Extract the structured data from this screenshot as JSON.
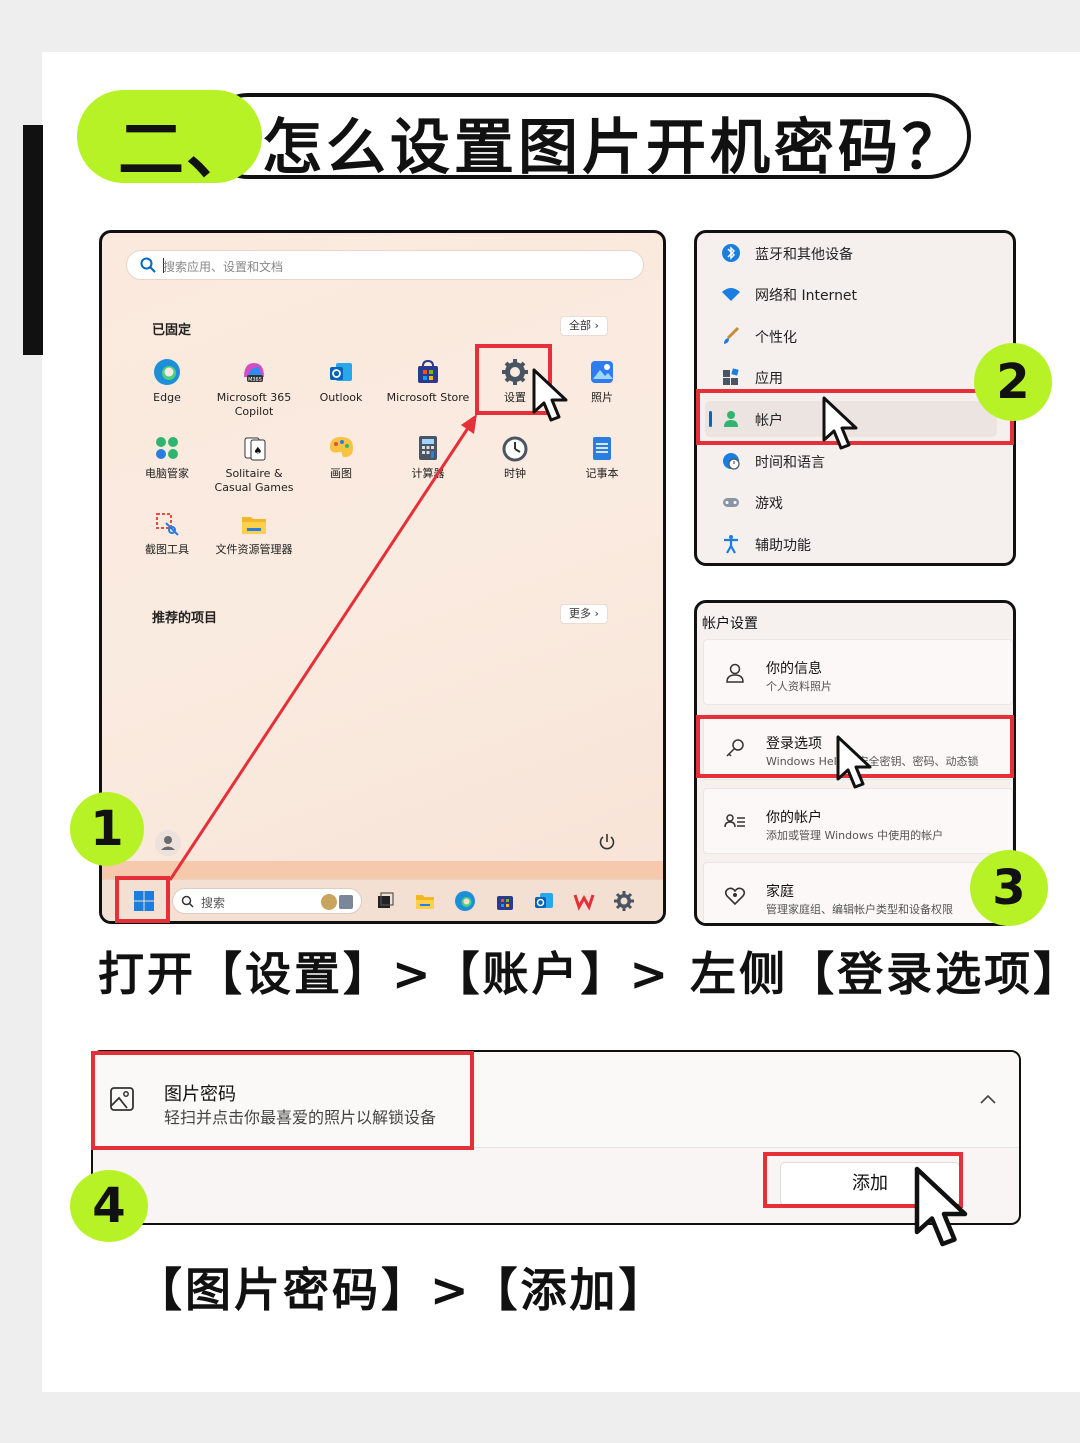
{
  "heading": {
    "number": "二、",
    "title": "怎么设置图片开机密码？"
  },
  "start_menu": {
    "search_placeholder": "搜索应用、设置和文档",
    "pinned_label": "已固定",
    "all_button": "全部",
    "apps": [
      {
        "label": "Edge",
        "icon": "edge-icon"
      },
      {
        "label": "Microsoft 365\nCopilot",
        "icon": "m365-copilot-icon"
      },
      {
        "label": "Outlook",
        "icon": "outlook-icon"
      },
      {
        "label": "Microsoft Store",
        "icon": "store-icon"
      },
      {
        "label": "设置",
        "icon": "settings-gear-icon"
      },
      {
        "label": "照片",
        "icon": "photos-icon"
      },
      {
        "label": "电脑管家",
        "icon": "pc-manager-icon"
      },
      {
        "label": "Solitaire &\nCasual Games",
        "icon": "solitaire-icon"
      },
      {
        "label": "画图",
        "icon": "paint-icon"
      },
      {
        "label": "计算器",
        "icon": "calculator-icon"
      },
      {
        "label": "时钟",
        "icon": "clock-icon"
      },
      {
        "label": "记事本",
        "icon": "notepad-icon"
      },
      {
        "label": "截图工具",
        "icon": "snipping-tool-icon"
      },
      {
        "label": "文件资源管理器",
        "icon": "file-explorer-icon"
      }
    ],
    "recommended_label": "推荐的项目",
    "more_button": "更多",
    "taskbar_search": "搜索"
  },
  "settings_nav": {
    "items": [
      {
        "label": "蓝牙和其他设备",
        "icon": "bluetooth-icon"
      },
      {
        "label": "网络和 Internet",
        "icon": "wifi-icon"
      },
      {
        "label": "个性化",
        "icon": "brush-icon"
      },
      {
        "label": "应用",
        "icon": "apps-icon"
      },
      {
        "label": "帐户",
        "icon": "account-icon"
      },
      {
        "label": "时间和语言",
        "icon": "globe-clock-icon"
      },
      {
        "label": "游戏",
        "icon": "gamepad-icon"
      },
      {
        "label": "辅助功能",
        "icon": "accessibility-icon"
      }
    ]
  },
  "account_settings": {
    "title": "帐户设置",
    "rows": [
      {
        "title": "你的信息",
        "subtitle": "个人资料照片",
        "icon": "person-icon"
      },
      {
        "title": "登录选项",
        "subtitle": "Windows Hello、安全密钥、密码、动态锁",
        "icon": "key-icon"
      },
      {
        "title": "你的帐户",
        "subtitle": "添加或管理 Windows 中使用的帐户",
        "icon": "people-list-icon"
      },
      {
        "title": "家庭",
        "subtitle": "管理家庭组、编辑帐户类型和设备权限",
        "icon": "family-heart-icon"
      }
    ]
  },
  "picture_password": {
    "title": "图片密码",
    "description": "轻扫并点击你最喜爱的照片以解锁设备",
    "add_button": "添加"
  },
  "steps": [
    "1",
    "2",
    "3",
    "4"
  ],
  "captions": {
    "step_one_to_three": "打开【设置】>【账户】> 左侧【登录选项】",
    "step_four": "【图片密码】>【添加】"
  },
  "colors": {
    "accent_green": "#b7f227",
    "highlight_red": "#e53039",
    "text_dark": "#111111"
  }
}
